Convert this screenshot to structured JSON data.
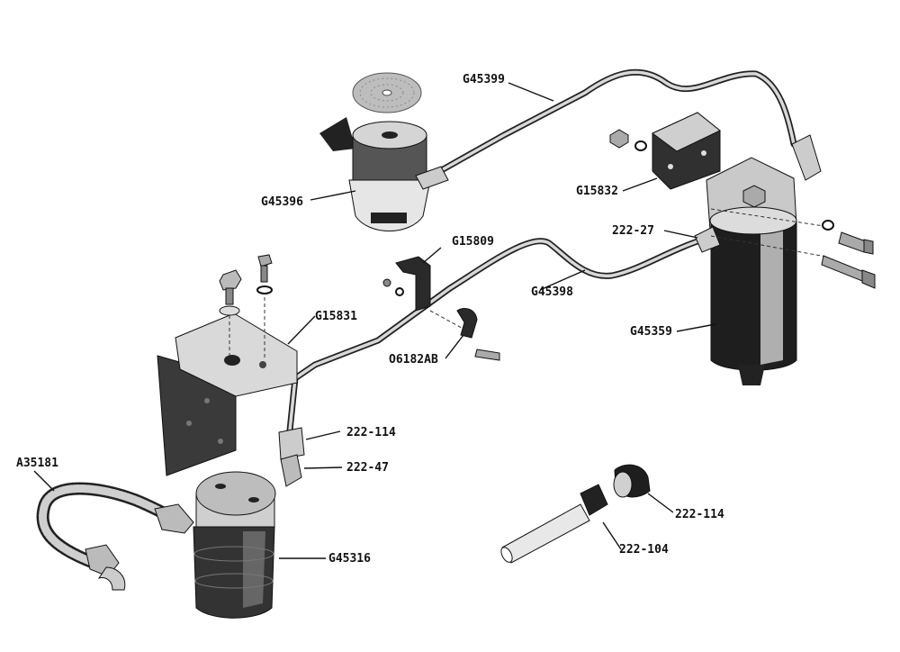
{
  "diagram": {
    "labels": {
      "g45399": "G45399",
      "g45396": "G45396",
      "g15832": "G15832",
      "l222_27": "222-27",
      "g15809": "G15809",
      "g45398": "G45398",
      "g45359": "G45359",
      "g15831": "G15831",
      "o6182ab": "O6182AB",
      "l222_114_upper": "222-114",
      "a35181": "A35181",
      "l222_47": "222-47",
      "g45316": "G45316",
      "l222_114_lower": "222-114",
      "l222_104": "222-104"
    }
  }
}
